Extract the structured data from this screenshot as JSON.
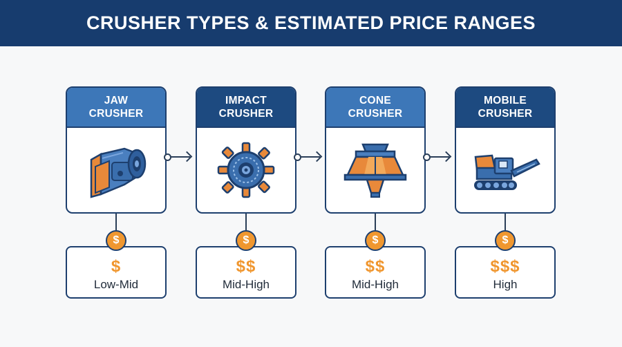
{
  "title": "CRUSHER TYPES & ESTIMATED PRICE RANGES",
  "colors": {
    "header_bg": "#173c6e",
    "card_border": "#1d3f6e",
    "head_jaw": "#3d77b8",
    "head_impact": "#1d4a80",
    "head_cone": "#3d77b8",
    "head_mobile": "#1d4a80",
    "accent_orange": "#f0962e"
  },
  "crushers": [
    {
      "name_line1": "JAW",
      "name_line2": "CRUSHER",
      "icon": "jaw-crusher-icon",
      "coin": "$",
      "symbol": "$",
      "range": "Low-Mid"
    },
    {
      "name_line1": "IMPACT",
      "name_line2": "CRUSHER",
      "icon": "impact-crusher-icon",
      "coin": "$",
      "symbol": "$$",
      "range": "Mid-High"
    },
    {
      "name_line1": "CONE",
      "name_line2": "CRUSHER",
      "icon": "cone-crusher-icon",
      "coin": "$",
      "symbol": "$$",
      "range": "Mid-High"
    },
    {
      "name_line1": "MOBILE",
      "name_line2": "CRUSHER",
      "icon": "mobile-crusher-icon",
      "coin": "$",
      "symbol": "$$$",
      "range": "High"
    }
  ]
}
